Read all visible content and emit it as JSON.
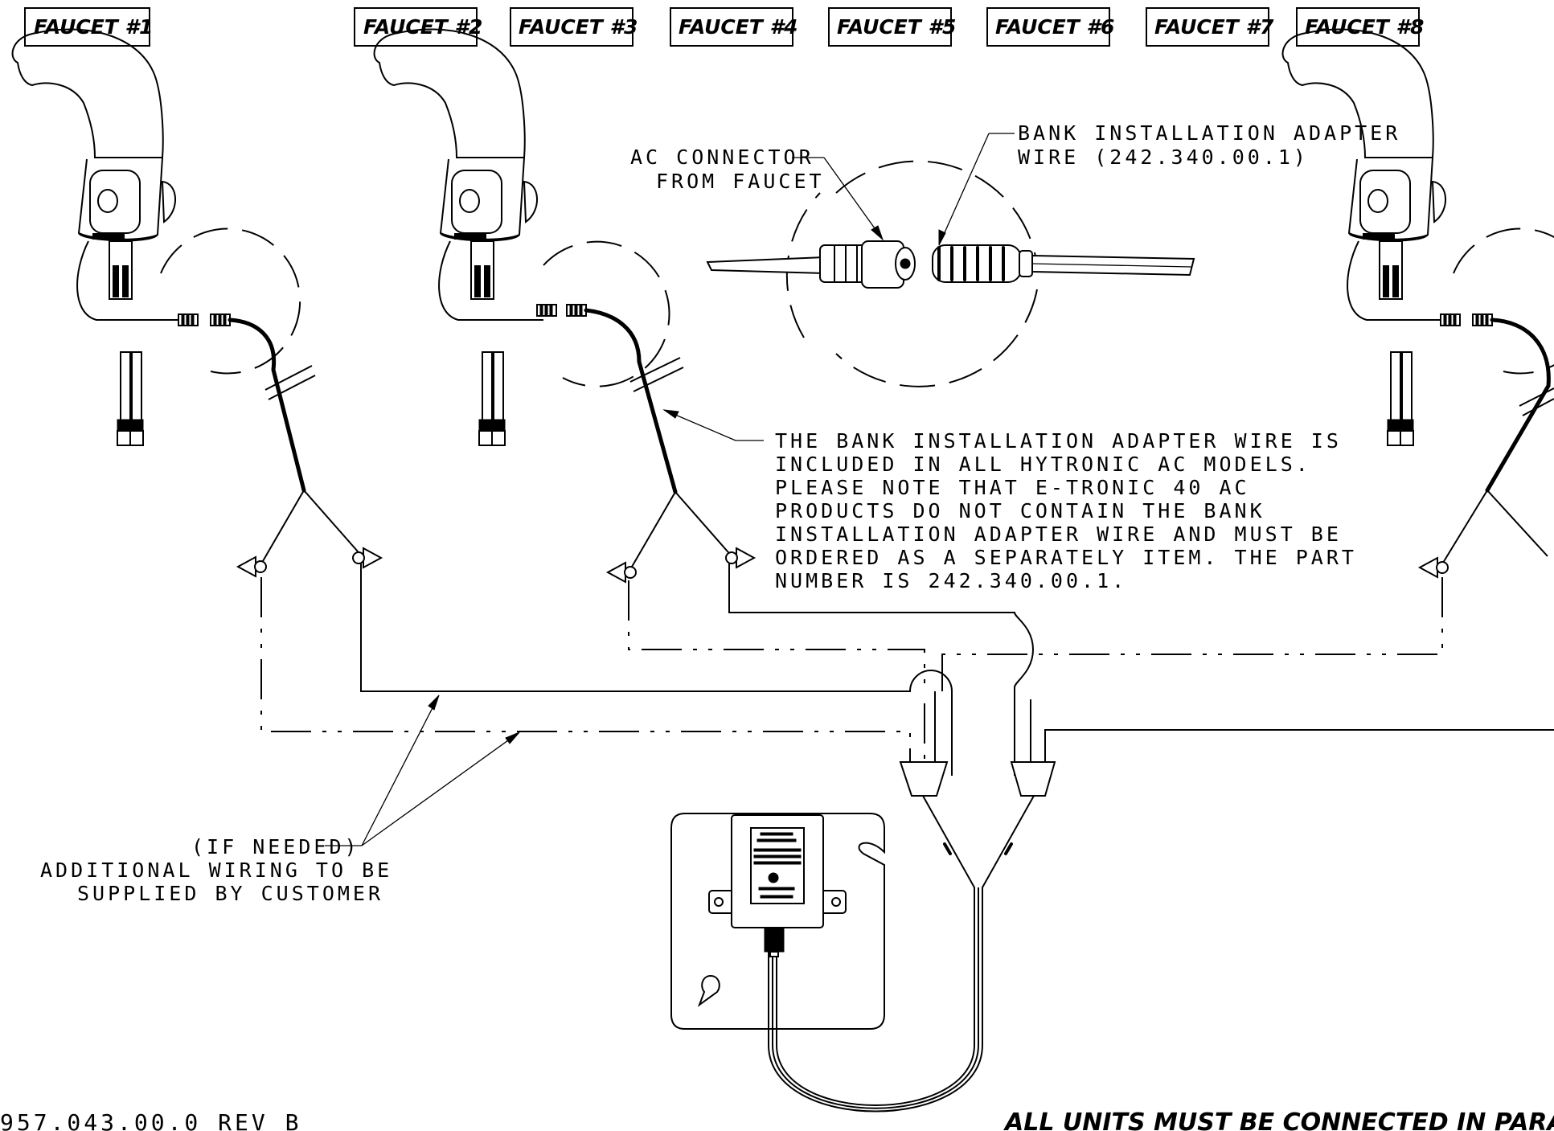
{
  "faucet_labels": [
    "FAUCET #1",
    "FAUCET #2",
    "FAUCET #3",
    "FAUCET #4",
    "FAUCET #5",
    "FAUCET #6",
    "FAUCET #7",
    "FAUCET #8"
  ],
  "callouts": {
    "ac_connector": [
      "AC CONNECTOR",
      "FROM FAUCET"
    ],
    "bank_adapter": [
      "BANK INSTALLATION ADAPTER",
      "WIRE (242.340.00.1)"
    ],
    "note": [
      "THE BANK INSTALLATION ADAPTER WIRE IS",
      "INCLUDED IN ALL HYTRONIC AC MODELS.",
      "PLEASE NOTE THAT E-TRONIC 40 AC",
      "PRODUCTS DO NOT CONTAIN THE BANK",
      "INSTALLATION ADAPTER WIRE AND MUST BE",
      "ORDERED AS A SEPARATELY ITEM. THE PART",
      "NUMBER IS 242.340.00.1."
    ],
    "additional_wiring": [
      "(IF NEEDED)",
      "ADDITIONAL WIRING TO BE",
      "SUPPLIED BY CUSTOMER"
    ]
  },
  "footer": {
    "doc_number": "957.043.00.0 REV B",
    "parallel_note": "ALL UNITS MUST BE CONNECTED IN PARALLEL"
  },
  "icons": [
    "faucet-icon",
    "connector-icon",
    "transformer-icon",
    "wire-plug-icon"
  ]
}
